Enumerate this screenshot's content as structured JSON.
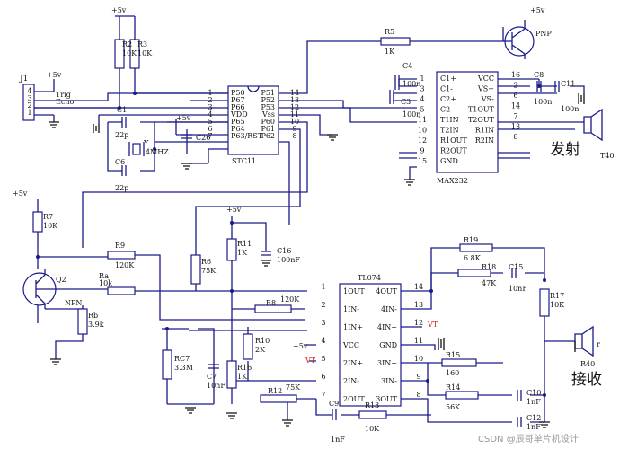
{
  "colors": {
    "wire": "#1a1a8a",
    "text": "#111111",
    "accent": "#d01818"
  },
  "j1": {
    "ref": "J1",
    "pins": [
      "4",
      "3",
      "2",
      "1"
    ],
    "trig": "Trig",
    "echo": "Echo",
    "vcc": "+5v"
  },
  "mcu": {
    "ref": "STC11",
    "left_nums": [
      "1",
      "2",
      "3",
      "4",
      "5",
      "6",
      "7"
    ],
    "left_names": [
      "P50",
      "P67",
      "P66",
      "VDD",
      "P65",
      "P64",
      "P63/RST"
    ],
    "right_nums": [
      "14",
      "13",
      "12",
      "11",
      "10",
      "9",
      "8"
    ],
    "right_names": [
      "P51",
      "P52",
      "P53",
      "Vss",
      "P60",
      "P61",
      "P62"
    ],
    "vcc": "+5v"
  },
  "crystal": {
    "c1": "C1",
    "c1v": "22p",
    "c6": "C6",
    "c6v": "22p",
    "y": "Y",
    "yv": "4MHZ",
    "c26": "C26"
  },
  "r2": {
    "ref": "R2",
    "val": "10K"
  },
  "r3": {
    "ref": "R3",
    "val": "10K"
  },
  "top_vcc": "+5v",
  "max232": {
    "ref": "MAX232",
    "left_nums": [
      "1",
      "3",
      "4",
      "5",
      "11",
      "10",
      "12",
      "9",
      "15"
    ],
    "left_names": [
      "C1+",
      "C1-",
      "C2+",
      "C2-",
      "T1IN",
      "T2IN",
      "R1OUT",
      "R2OUT",
      "GND"
    ],
    "right_nums": [
      "16",
      "2",
      "6",
      "14",
      "7",
      "13",
      "8"
    ],
    "right_names": [
      "VCC",
      "VS+",
      "VS-",
      "T1OUT",
      "T2OUT",
      "R1IN",
      "R2IN"
    ]
  },
  "c4": {
    "ref": "C4",
    "val": "100n"
  },
  "c3": {
    "ref": "C3",
    "val": "100n"
  },
  "c8": {
    "ref": "C8",
    "val": "100n"
  },
  "c11": {
    "ref": "C11",
    "val": "100n"
  },
  "r5": {
    "ref": "R5",
    "val": "1K"
  },
  "pnp": {
    "ref": "PNP",
    "vcc": "+5v"
  },
  "t40": {
    "ref": "T40",
    "label": "发射"
  },
  "r7": {
    "ref": "R7",
    "val": "10K",
    "vcc": "+5v"
  },
  "q2": {
    "ref": "Q2",
    "type": "NPN"
  },
  "r9": {
    "ref": "R9",
    "val": "120K"
  },
  "ra": {
    "ref": "Ra",
    "val": "10k"
  },
  "rb": {
    "ref": "Rb",
    "val": "3.9k"
  },
  "r6": {
    "ref": "R6",
    "val": "75K"
  },
  "r11": {
    "ref": "R11",
    "val": "1K"
  },
  "c16": {
    "ref": "C16",
    "val": "100nF",
    "vcc": "+5v"
  },
  "r8": {
    "ref": "R8",
    "val": "120K"
  },
  "rc7": {
    "ref": "RC7",
    "val": "3.3M"
  },
  "c7": {
    "ref": "C7",
    "val": "10nF"
  },
  "r10": {
    "ref": "R10",
    "val": "2K"
  },
  "r16": {
    "ref": "R16",
    "val": "1K"
  },
  "r12": {
    "ref": "R12",
    "val": "75K"
  },
  "c9": {
    "ref": "C9",
    "val": "1nF"
  },
  "r13": {
    "ref": "R13",
    "val": "10K"
  },
  "tl074": {
    "ref": "TL074",
    "left_nums": [
      "1",
      "2",
      "3",
      "4",
      "5",
      "6",
      "7"
    ],
    "left_names": [
      "1OUT",
      "1IN-",
      "1IN+",
      "VCC",
      "2IN+",
      "2IN-",
      "2OUT"
    ],
    "right_nums": [
      "14",
      "13",
      "12",
      "11",
      "10",
      "9",
      "8"
    ],
    "right_names": [
      "4OUT",
      "4IN-",
      "4IN+",
      "GND",
      "3IN+",
      "3IN-",
      "3OUT"
    ],
    "vcc": "+5v",
    "vt_left": "VT",
    "vt_right": "VT"
  },
  "r19": {
    "ref": "R19",
    "val": "6.8K"
  },
  "r18": {
    "ref": "R18",
    "val": "47K"
  },
  "c15": {
    "ref": "C15",
    "val": "10nF"
  },
  "r17": {
    "ref": "R17",
    "val": "10K"
  },
  "r15": {
    "ref": "R15",
    "val": "160"
  },
  "r14": {
    "ref": "R14",
    "val": "56K"
  },
  "c10": {
    "ref": "C10",
    "val": "1nF"
  },
  "c12": {
    "ref": "C12",
    "val": "1nF"
  },
  "r40": {
    "ref": "R40",
    "label": "接收",
    "r": "r"
  },
  "watermark": "CSDN @辰哥单片机设计"
}
